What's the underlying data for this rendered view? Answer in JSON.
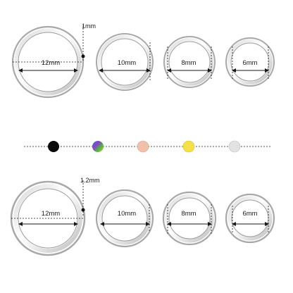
{
  "rows": [
    {
      "thickness": "1mm",
      "rings": [
        "12mm",
        "10mm",
        "8mm",
        "6mm"
      ]
    },
    {
      "thickness": "1.2mm",
      "rings": [
        "12mm",
        "10mm",
        "8mm",
        "6mm"
      ]
    }
  ],
  "swatches": [
    {
      "name": "black",
      "color": "#0a0a0a"
    },
    {
      "name": "rainbow",
      "color": "#7a4fc0"
    },
    {
      "name": "rose-gold",
      "color": "#f0c0a8"
    },
    {
      "name": "gold",
      "color": "#f5df4a"
    },
    {
      "name": "silver",
      "color": "#e2e2e2"
    }
  ]
}
